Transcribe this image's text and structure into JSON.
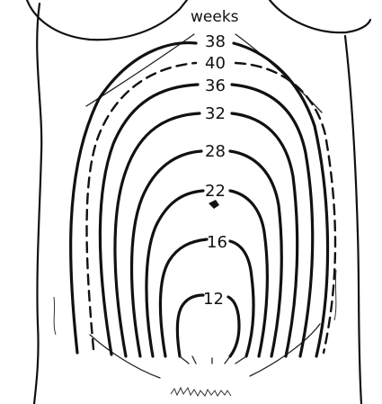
{
  "diagram": {
    "header_label": "weeks",
    "contours": [
      {
        "weeks": "38",
        "style": "solid"
      },
      {
        "weeks": "40",
        "style": "dashed"
      },
      {
        "weeks": "36",
        "style": "solid"
      },
      {
        "weeks": "32",
        "style": "solid"
      },
      {
        "weeks": "28",
        "style": "solid"
      },
      {
        "weeks": "22",
        "style": "solid"
      },
      {
        "weeks": "16",
        "style": "solid"
      },
      {
        "weeks": "12",
        "style": "solid"
      }
    ],
    "line_color": "#111111",
    "background_color": "#ffffff"
  }
}
